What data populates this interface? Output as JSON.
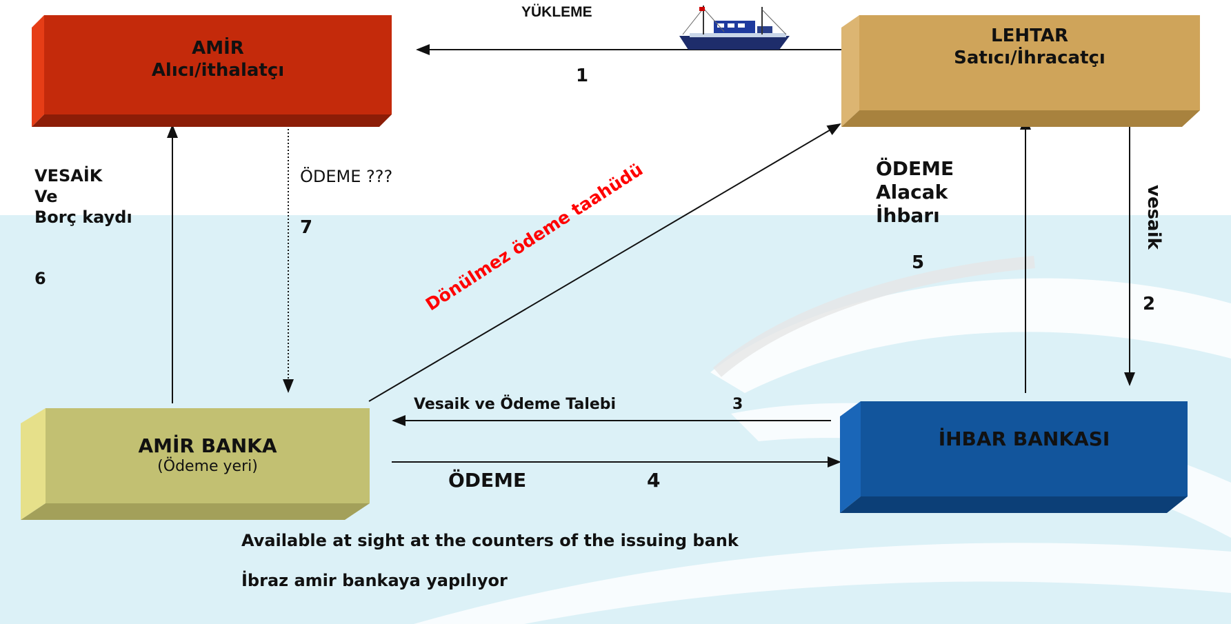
{
  "shipping_label": "YÜKLEME",
  "colors": {
    "amir": "#c42a0b",
    "lehtar": "#cfa45a",
    "amir_banka": "#c2c072",
    "ihbar": "#12559c",
    "slogan": "#ff0000"
  },
  "boxes": {
    "amir": {
      "line1": "AMİR",
      "line2": "Alıcı/ithalatçı"
    },
    "lehtar": {
      "line1": "LEHTAR",
      "line2": "Satıcı/İhracatçı"
    },
    "amir_banka": {
      "line1": "AMİR BANKA",
      "line2": "(Ödeme yeri)"
    },
    "ihbar": {
      "line1": "İHBAR BANKASI"
    }
  },
  "steps": {
    "s1": "1",
    "s2": "2",
    "s3": "3",
    "s4": "4",
    "s5": "5",
    "s6": "6",
    "s7": "7"
  },
  "labels": {
    "vesaik_line1": "VESAİK",
    "vesaik_line2": "Ve",
    "vesaik_line3": "Borç kaydı",
    "odeme_q": "ÖDEME  ???",
    "irrevocable": "Dönülmez ödeme taahüdü",
    "odeme5_line1": "ÖDEME",
    "odeme5_line2": "Alacak",
    "odeme5_line3": "İhbarı",
    "vesaik_vertical": "vesaik",
    "vesaik_odeme_talebi": "Vesaik  ve  Ödeme Talebi",
    "odeme4": "ÖDEME"
  },
  "footer": {
    "line1": "Available at sight at the counters of the issuing bank",
    "line2": "İbraz amir bankaya yapılıyor"
  }
}
